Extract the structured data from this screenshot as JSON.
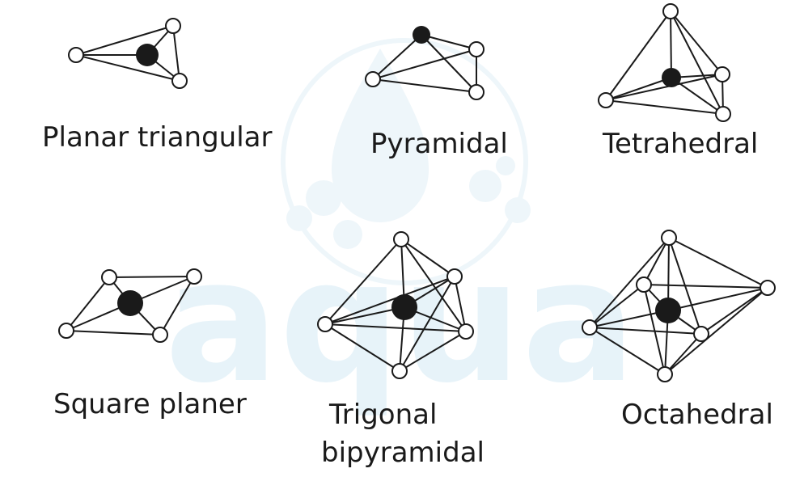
{
  "watermark": {
    "text": "aqua"
  },
  "geometries": [
    {
      "id": "planar-triangular",
      "label": "Planar triangular"
    },
    {
      "id": "pyramidal",
      "label": "Pyramidal"
    },
    {
      "id": "tetrahedral",
      "label": "Tetrahedral"
    },
    {
      "id": "square-planer",
      "label": "Square planer"
    },
    {
      "id": "trigonal-bipyramidal",
      "label_line1": "Trigonal",
      "label_line2": "bipyramidal"
    },
    {
      "id": "octahedral",
      "label": "Octahedral"
    }
  ],
  "colors": {
    "line": "#1a1a1a",
    "central_atom": "#1a1a1a",
    "ligand_fill": "#ffffff",
    "watermark": "#e4f1f7"
  }
}
